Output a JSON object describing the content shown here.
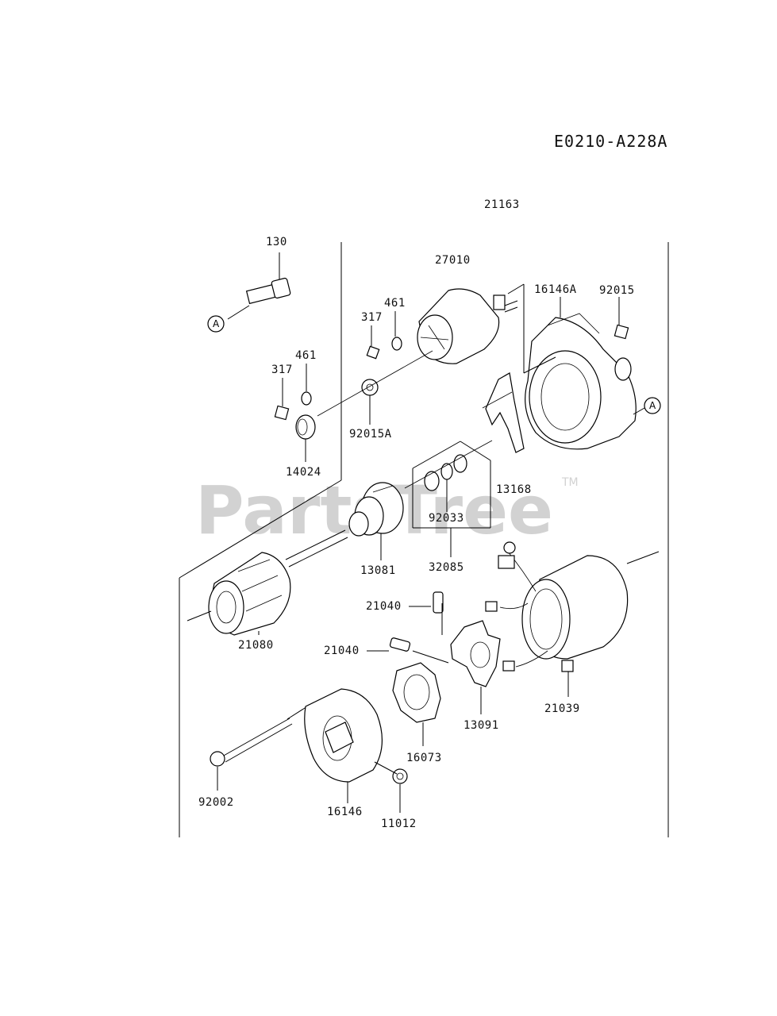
{
  "diagram_code": "E0210-A228A",
  "watermark": {
    "text": "PartsTree",
    "trademark": "TM"
  },
  "ref_marker": "A",
  "parts": {
    "p21163": "21163",
    "p27010": "27010",
    "p130": "130",
    "p16146A": "16146A",
    "p92015": "92015",
    "p461_upper": "461",
    "p317_upper": "317",
    "p461_lower": "461",
    "p317_lower": "317",
    "p92015A": "92015A",
    "p14024": "14024",
    "p13168": "13168",
    "p92033": "92033",
    "p32085": "32085",
    "p13081": "13081",
    "p21080": "21080",
    "p21040_upper": "21040",
    "p21040_lower": "21040",
    "p21039": "21039",
    "p13091": "13091",
    "p16073": "16073",
    "p92002": "92002",
    "p16146": "16146",
    "p11012": "11012"
  }
}
